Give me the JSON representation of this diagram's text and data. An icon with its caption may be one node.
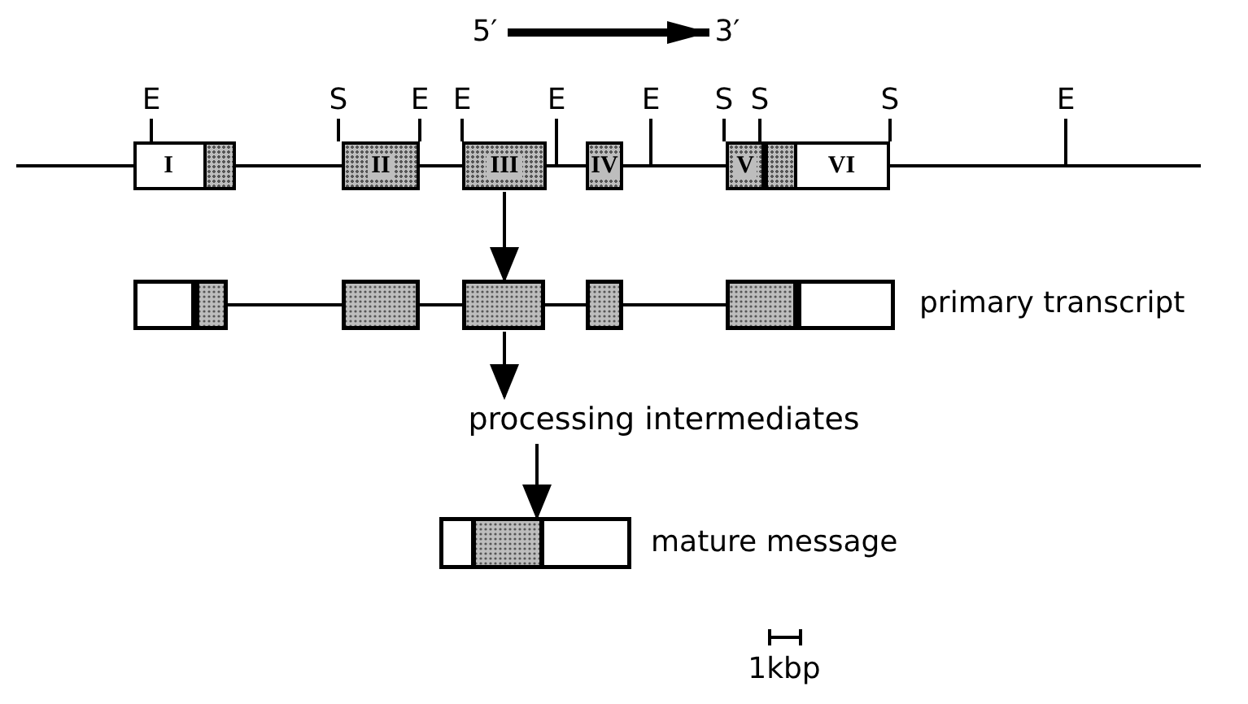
{
  "diagram": {
    "nodes": [
      {
        "text": [
          "I"
        ],
        "beside": [
          "E"
        ]
      },
      {
        "text": [
          "II"
        ],
        "beside": [
          "S",
          "E"
        ]
      },
      {
        "text": [
          "III"
        ],
        "beside": [
          "E"
        ]
      },
      {
        "text": [
          "IV"
        ]
      },
      {
        "text": [
          "V"
        ],
        "beside": [
          "S",
          "S"
        ]
      },
      {
        "text": [
          "VI"
        ],
        "beside": [
          "S"
        ]
      },
      {
        "text": [],
        "shape": "bar",
        "beside": [
          "primary transcript"
        ]
      },
      {
        "text": [
          "processing intermediates"
        ]
      },
      {
        "text": [],
        "shape": "bar",
        "beside": [
          "mature message"
        ]
      }
    ],
    "edges": [
      {
        "from": 2,
        "to": 6,
        "arrow": "to"
      },
      {
        "from": 6,
        "to": 7,
        "arrow": "to"
      },
      {
        "from": 7,
        "to": 8,
        "arrow": "to"
      }
    ],
    "labels": [
      "5′",
      "3′",
      "E",
      "E",
      "E",
      "1kbp"
    ]
  }
}
